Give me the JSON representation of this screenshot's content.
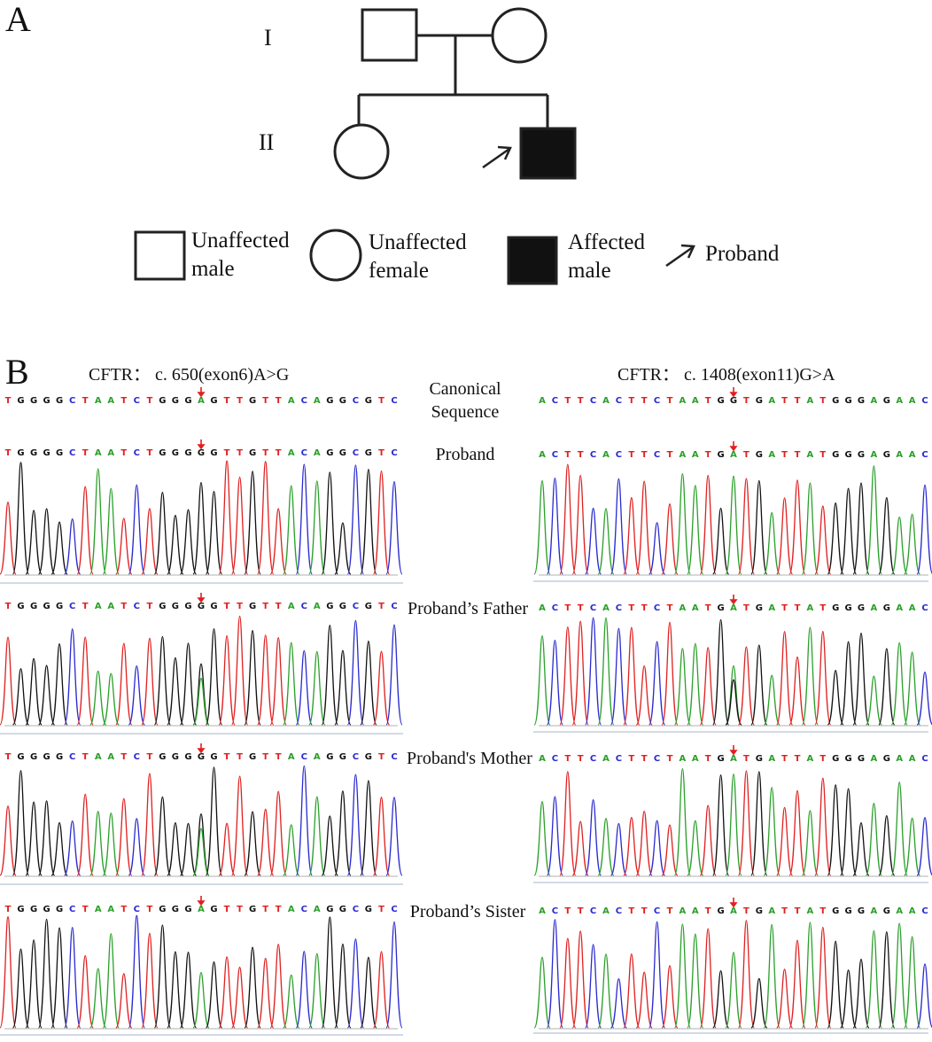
{
  "panelA": {
    "letter": "A",
    "generations": [
      "I",
      "II"
    ],
    "legend": {
      "unaffected_male": "Unaffected\nmale",
      "unaffected_female": "Unaffected\nfemale",
      "affected_male": "Affected\nmale",
      "proband": "Proband"
    }
  },
  "panelB": {
    "letter": "B",
    "left_title": "CFTR： c. 650(exon6)A>G",
    "right_title": "CFTR： c. 1408(exon11)G>A",
    "row_labels": [
      "Canonical\nSequence",
      "Proband",
      "Proband’s Father",
      "Proband's Mother",
      "Proband’s Sister"
    ],
    "left_sequences": [
      "TGGGGCTAATCTGGGAGTTGTTACAGGCGTC",
      "TGGGGCTAATCTGGGGGTTGTTACAGGCGTC",
      "TGGGGCTAATCTGGGGGTTGTTACAGGCGTC",
      "TGGGGCTAATCTGGGGGTTGTTACAGGCGTC",
      "TGGGGCTAATCTGGGAGTTGTTACAGGCGTC"
    ],
    "right_sequences": [
      "ACTTCACTTCTAATGGTGATTATGGGAGAAC",
      "ACTTCACTTCTAATGATGATTATGGGAGAAC",
      "ACTTCACTTCTAATGATGATTATGGGAGAAC",
      "ACTTCACTTCTAATGATGATTATGGGAGAAC",
      "ACTTCACTTCTAATGATGATTATGGGAGAAC"
    ],
    "variant_index": 15,
    "base_colors": {
      "A": "#2aa02a",
      "C": "#2a2ad0",
      "G": "#111111",
      "T": "#e02020"
    },
    "arrow_color": "#e02020"
  }
}
